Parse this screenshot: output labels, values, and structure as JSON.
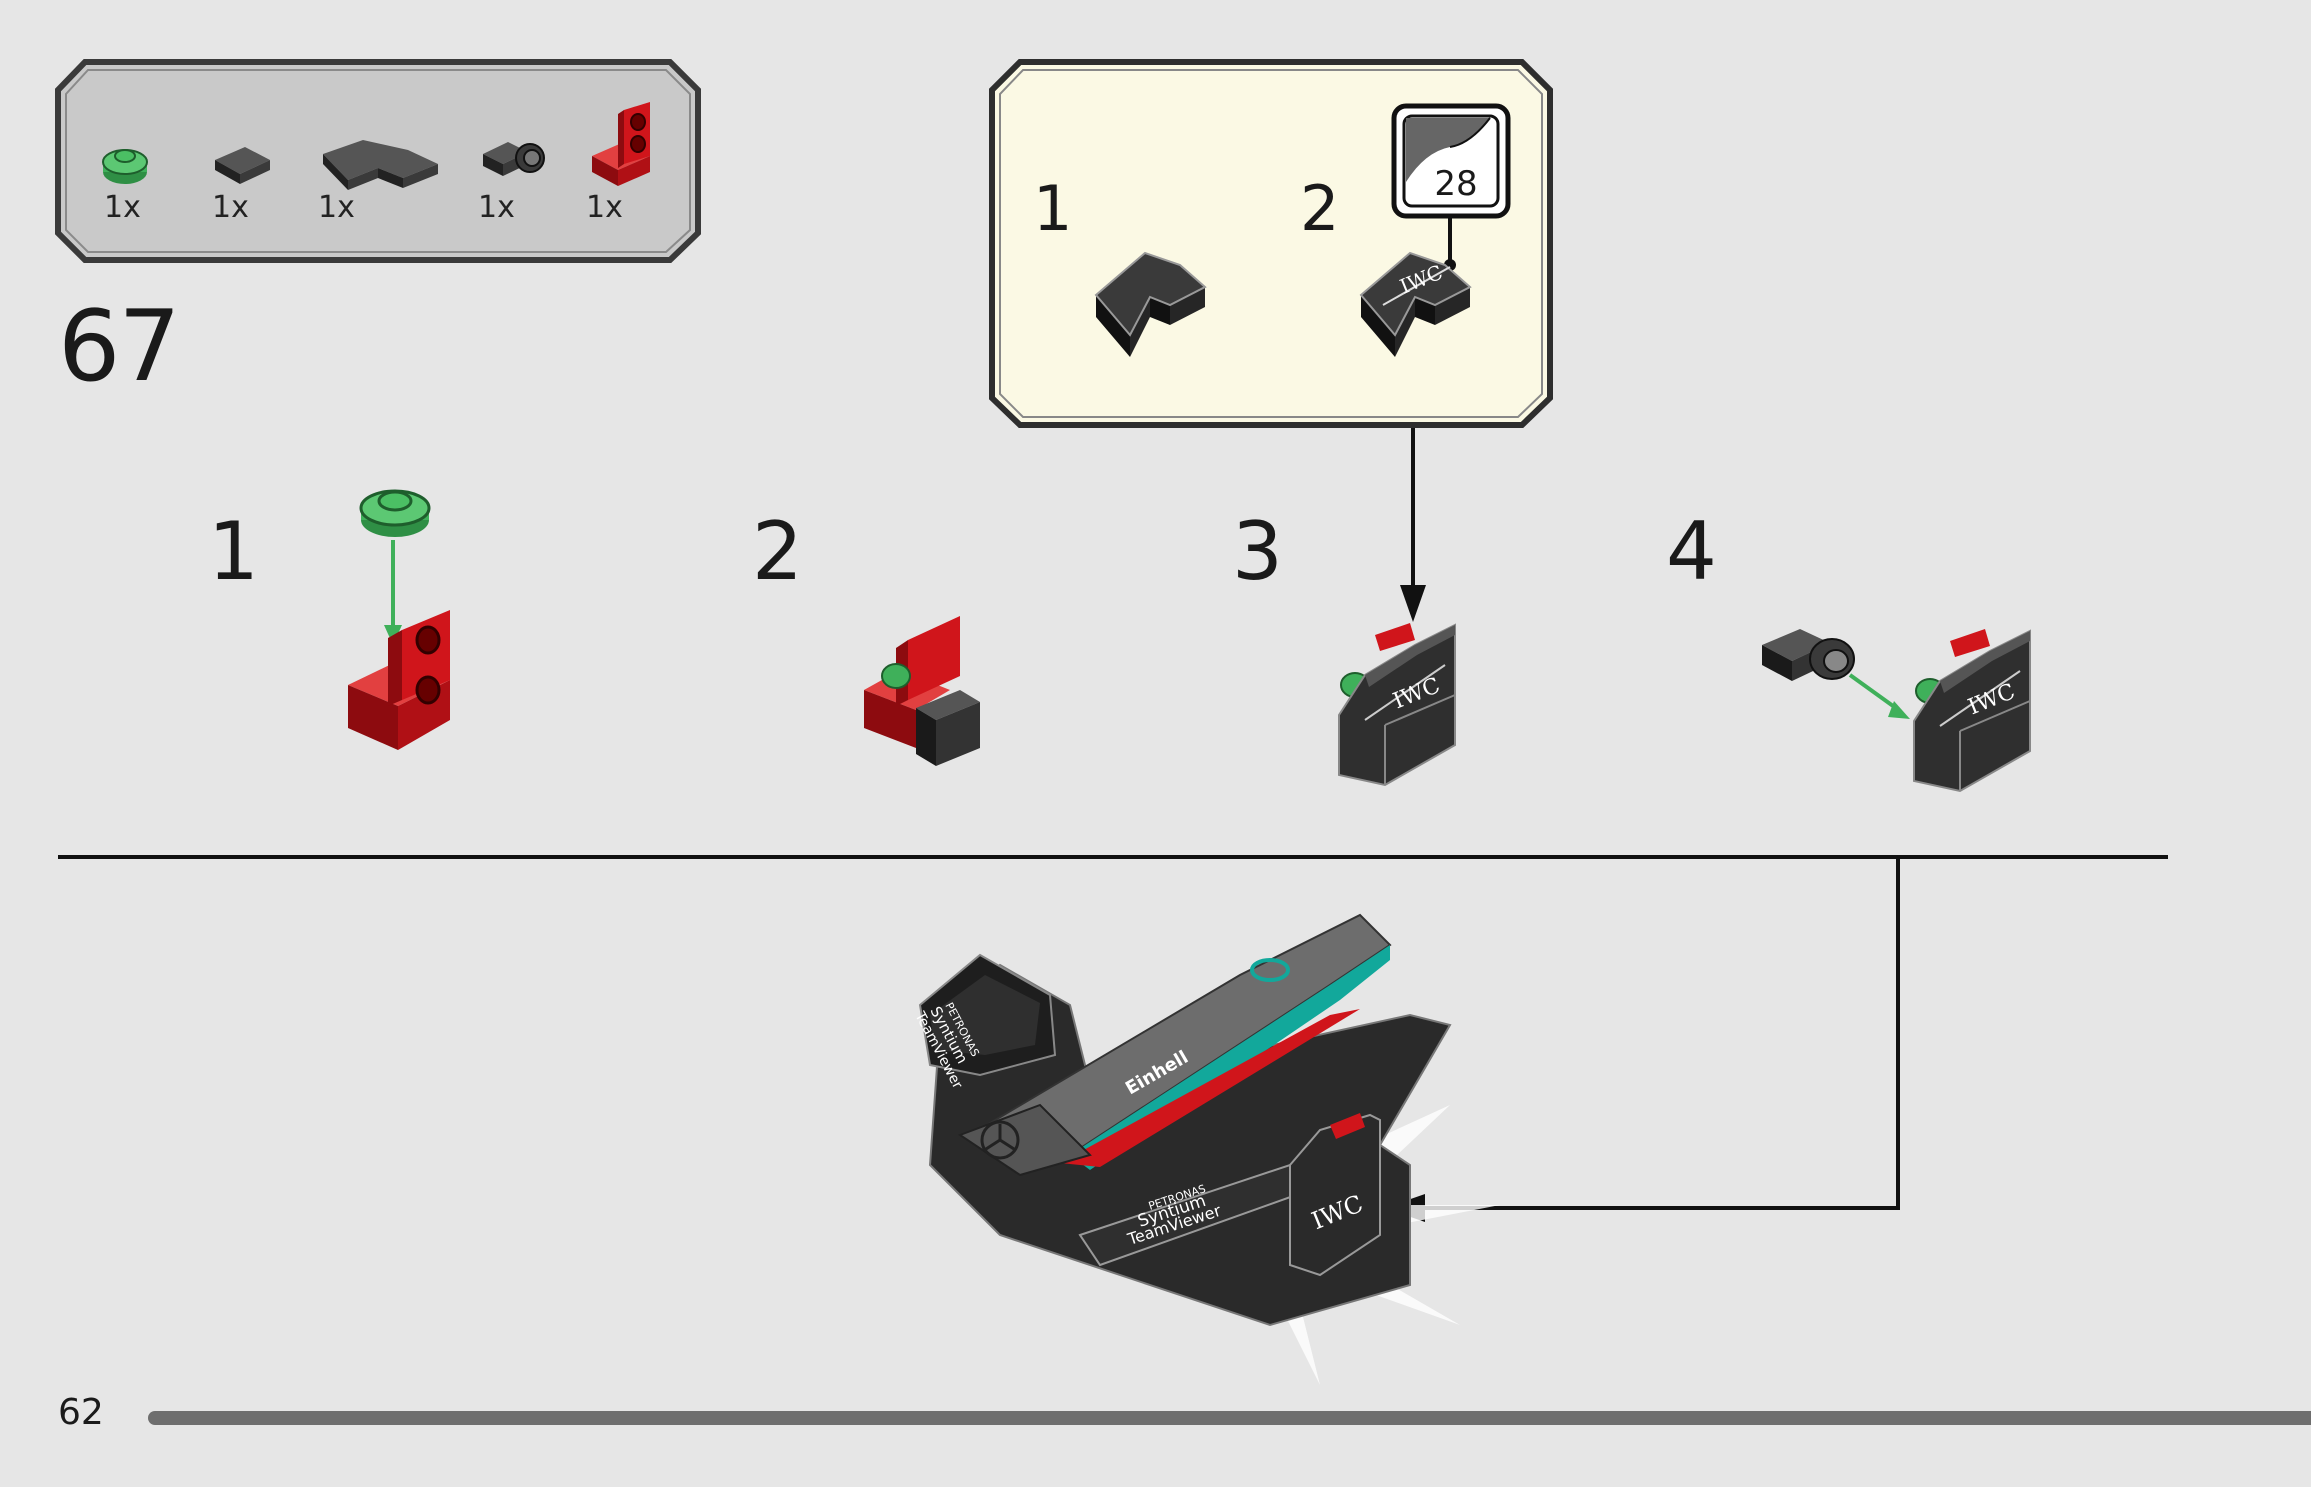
{
  "page": {
    "number": "62"
  },
  "step": {
    "number": "67"
  },
  "parts_list": {
    "items": [
      {
        "part": "green-round-plate-icon",
        "qty": "1x",
        "color": "#3fb05a"
      },
      {
        "part": "dark-tile-1x1-icon",
        "qty": "1x",
        "color": "#2f2f2f"
      },
      {
        "part": "dark-corner-tile-icon",
        "qty": "1x",
        "color": "#2f2f2f"
      },
      {
        "part": "dark-clip-plate-icon",
        "qty": "1x",
        "color": "#2f2f2f"
      },
      {
        "part": "red-bracket-icon",
        "qty": "1x",
        "color": "#d0151b"
      }
    ]
  },
  "callout": {
    "steps": [
      "1",
      "2"
    ],
    "sticker_number": "28",
    "tile_print": "IWC"
  },
  "substeps": [
    "1",
    "2",
    "3",
    "4"
  ],
  "assembly": {
    "prints": [
      "IWC",
      "Einhell",
      "Syntium",
      "TeamViewer",
      "PETRONAS"
    ]
  },
  "colors": {
    "background": "#e6e6e6",
    "callout_bg": "#fbf9e4",
    "dark_brick": "#2f2f2f",
    "red_brick": "#d0151b",
    "green_part": "#3fb05a",
    "teal_accent": "#12a89b",
    "arrow": "#3fb05a"
  }
}
